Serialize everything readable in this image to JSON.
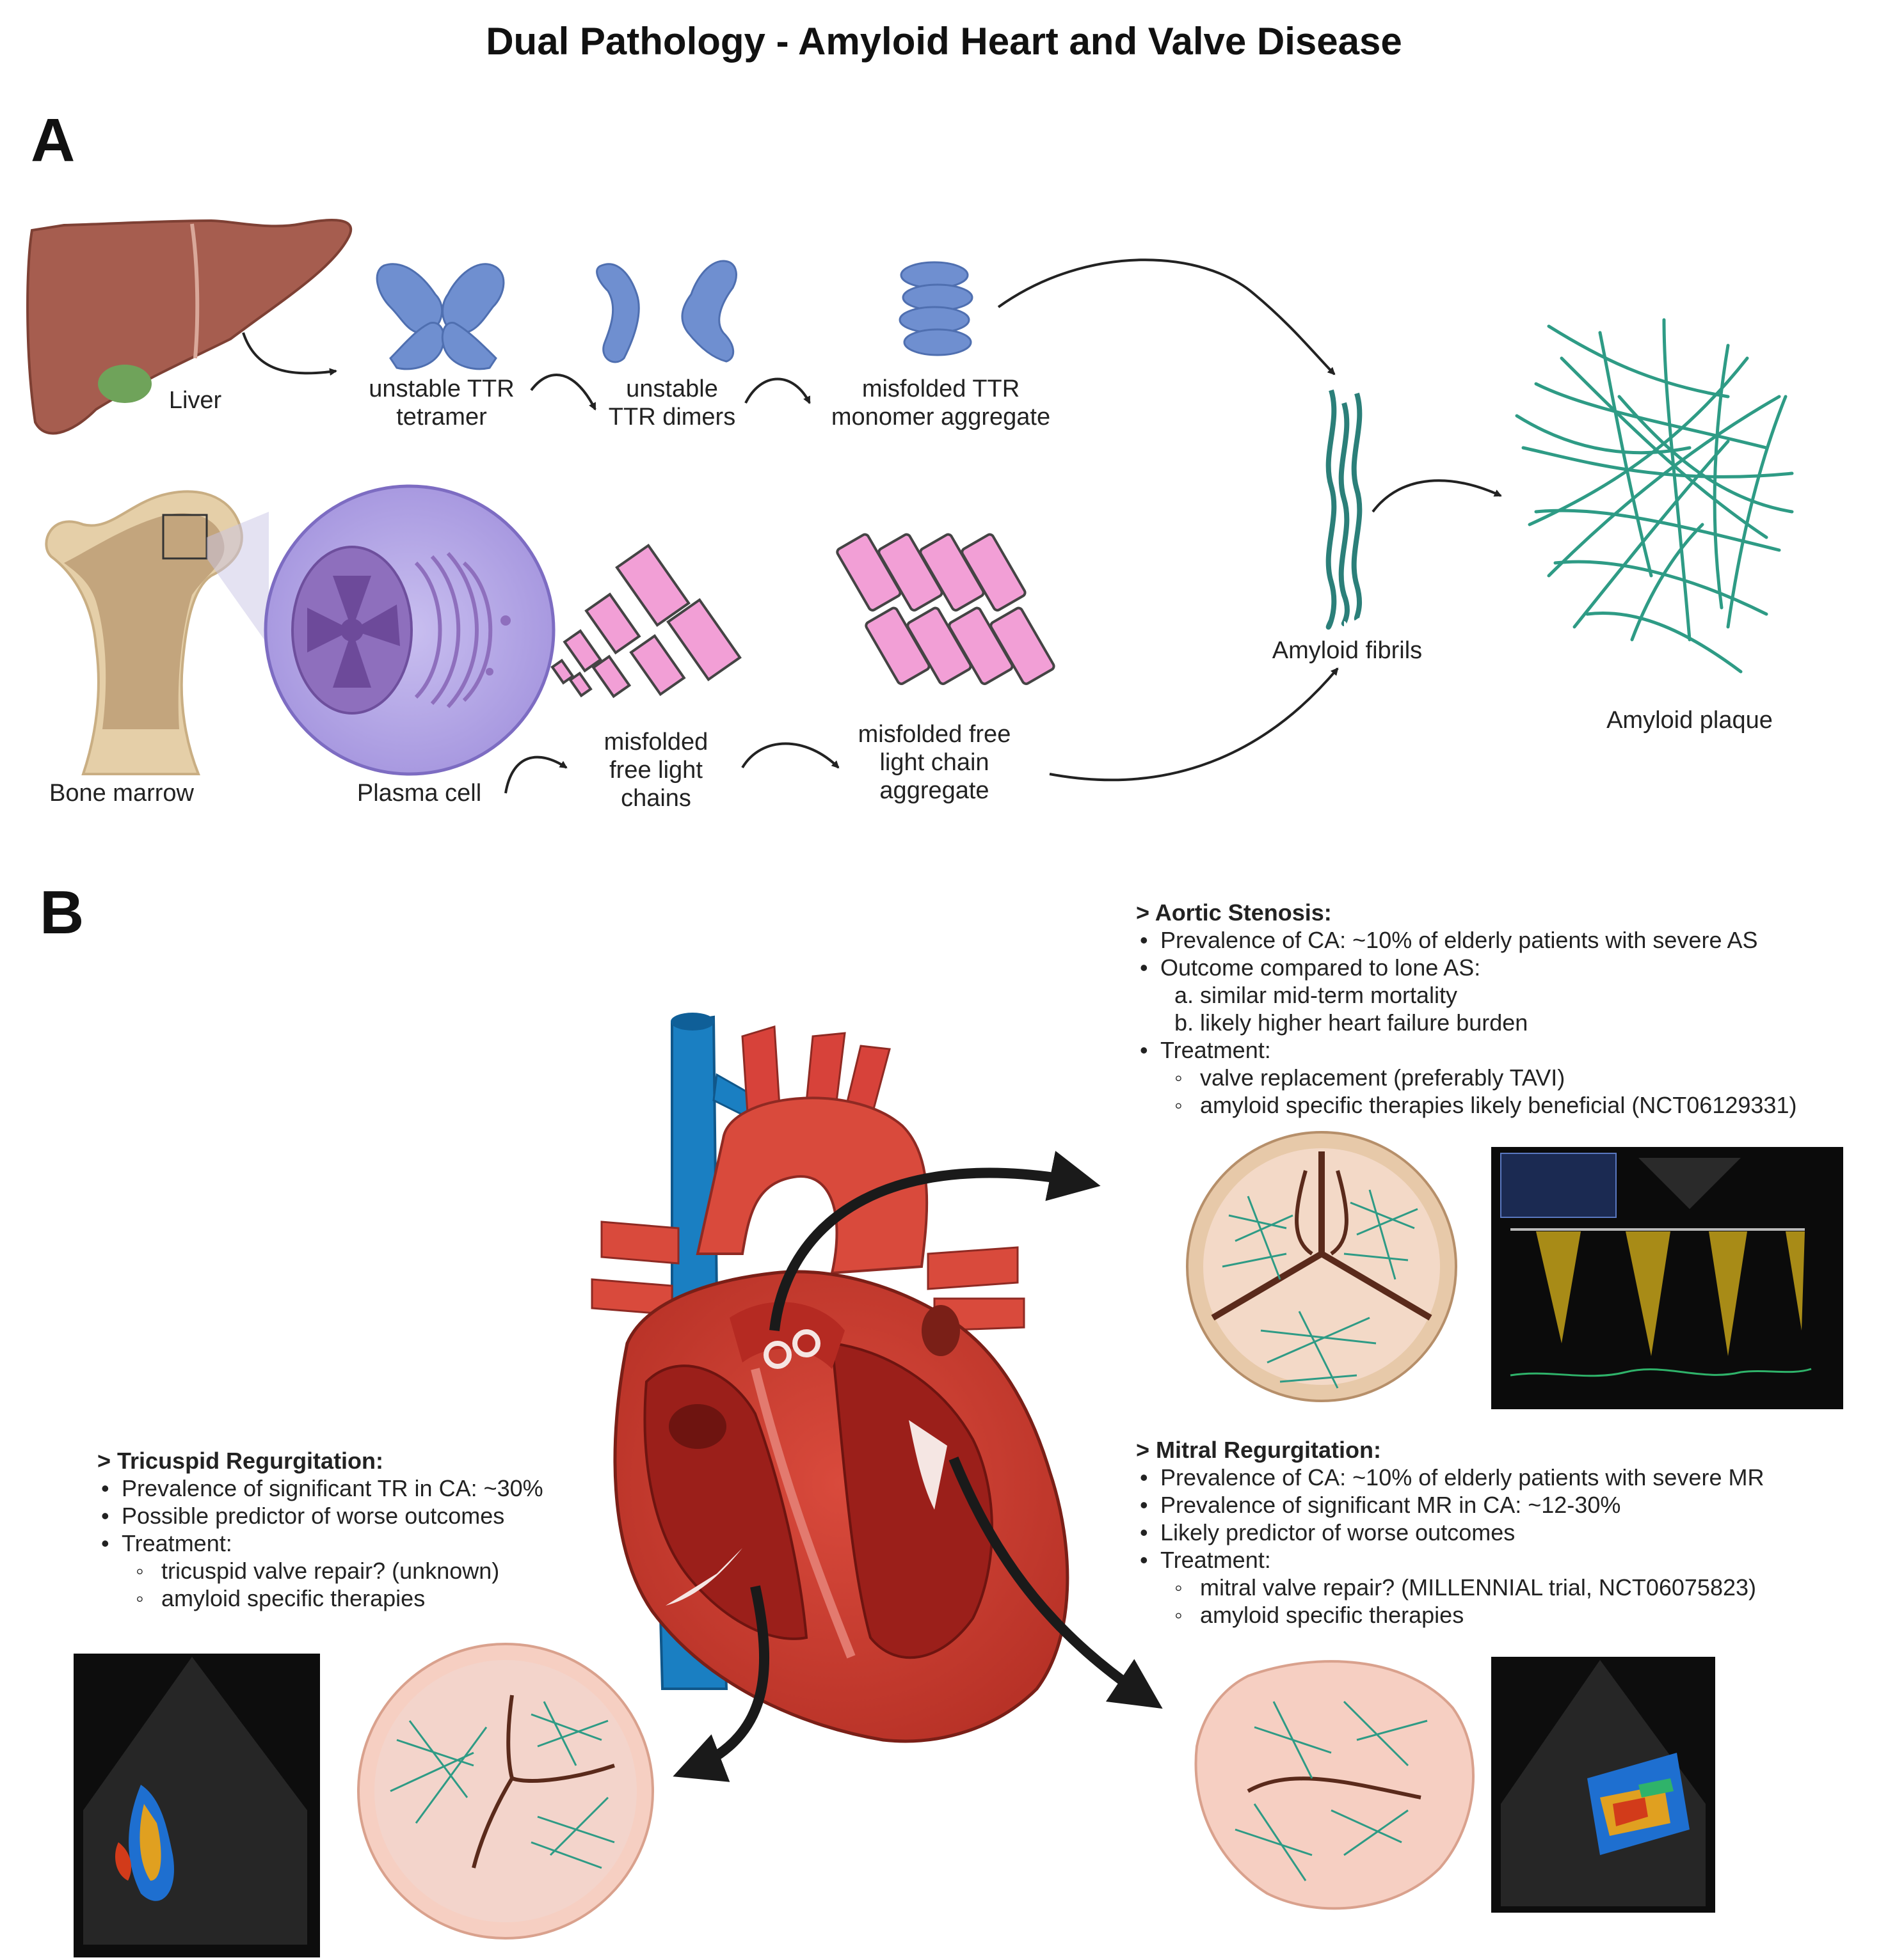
{
  "title": "Dual Pathology - Amyloid Heart and Valve Disease",
  "panel_a": {
    "letter": "A",
    "labels": {
      "liver": "Liver",
      "unstable_tetramer": [
        "unstable TTR",
        "tetramer"
      ],
      "unstable_dimers": [
        "unstable",
        "TTR dimers"
      ],
      "monomer_aggregate": [
        "misfolded TTR",
        "monomer aggregate"
      ],
      "bone_marrow": "Bone marrow",
      "plasma_cell": "Plasma cell",
      "free_light_chains": [
        "misfolded",
        "free light",
        "chains"
      ],
      "light_chain_aggregate": [
        "misfolded free",
        "light chain",
        "aggregate"
      ],
      "amyloid_fibrils": "Amyloid fibrils",
      "amyloid_plaque": "Amyloid plaque"
    }
  },
  "panel_b": {
    "letter": "B",
    "aortic_stenosis": {
      "header": "> Aortic Stenosis:",
      "items": [
        {
          "level": 1,
          "text": "Prevalence of CA: ~10% of elderly patients with severe AS"
        },
        {
          "level": 1,
          "text": "Outcome compared to lone AS:"
        },
        {
          "level": 2,
          "marker": "a.",
          "text": "similar mid-term mortality"
        },
        {
          "level": 2,
          "marker": "b.",
          "text": "likely higher heart failure burden"
        },
        {
          "level": 1,
          "text": "Treatment:"
        },
        {
          "level": 3,
          "text": "valve replacement (preferably TAVI)"
        },
        {
          "level": 3,
          "text": "amyloid specific therapies likely beneficial (NCT06129331)"
        }
      ]
    },
    "tricuspid_regurgitation": {
      "header": "> Tricuspid Regurgitation:",
      "items": [
        {
          "level": 1,
          "text": "Prevalence of significant TR in CA: ~30%"
        },
        {
          "level": 1,
          "text": "Possible predictor of worse outcomes"
        },
        {
          "level": 1,
          "text": "Treatment:"
        },
        {
          "level": 3,
          "text": "tricuspid valve repair? (unknown)"
        },
        {
          "level": 3,
          "text": "amyloid specific therapies"
        }
      ]
    },
    "mitral_regurgitation": {
      "header": "> Mitral Regurgitation:",
      "items": [
        {
          "level": 1,
          "text": "Prevalence of CA: ~10% of elderly patients with severe MR"
        },
        {
          "level": 1,
          "text": "Prevalence of significant MR in CA: ~12-30%"
        },
        {
          "level": 1,
          "text": "Likely predictor of worse outcomes"
        },
        {
          "level": 1,
          "text": "Treatment:"
        },
        {
          "level": 3,
          "text": "mitral valve repair? (MILLENNIAL trial, NCT06075823)"
        },
        {
          "level": 3,
          "text": "amyloid specific therapies"
        }
      ]
    }
  },
  "colors": {
    "protein_blue": "#6f8fd0",
    "light_chain_pink": "#f29fd6",
    "fibril_teal": "#2e9b85",
    "liver_brown": "#a65d4f",
    "plasma_cell_purple": "#a99ad8",
    "heart_red": "#c0392b",
    "vessel_blue": "#1a7fc2",
    "valve_tan": "#e7c9a9",
    "valve_pink": "#f6cfc2"
  }
}
